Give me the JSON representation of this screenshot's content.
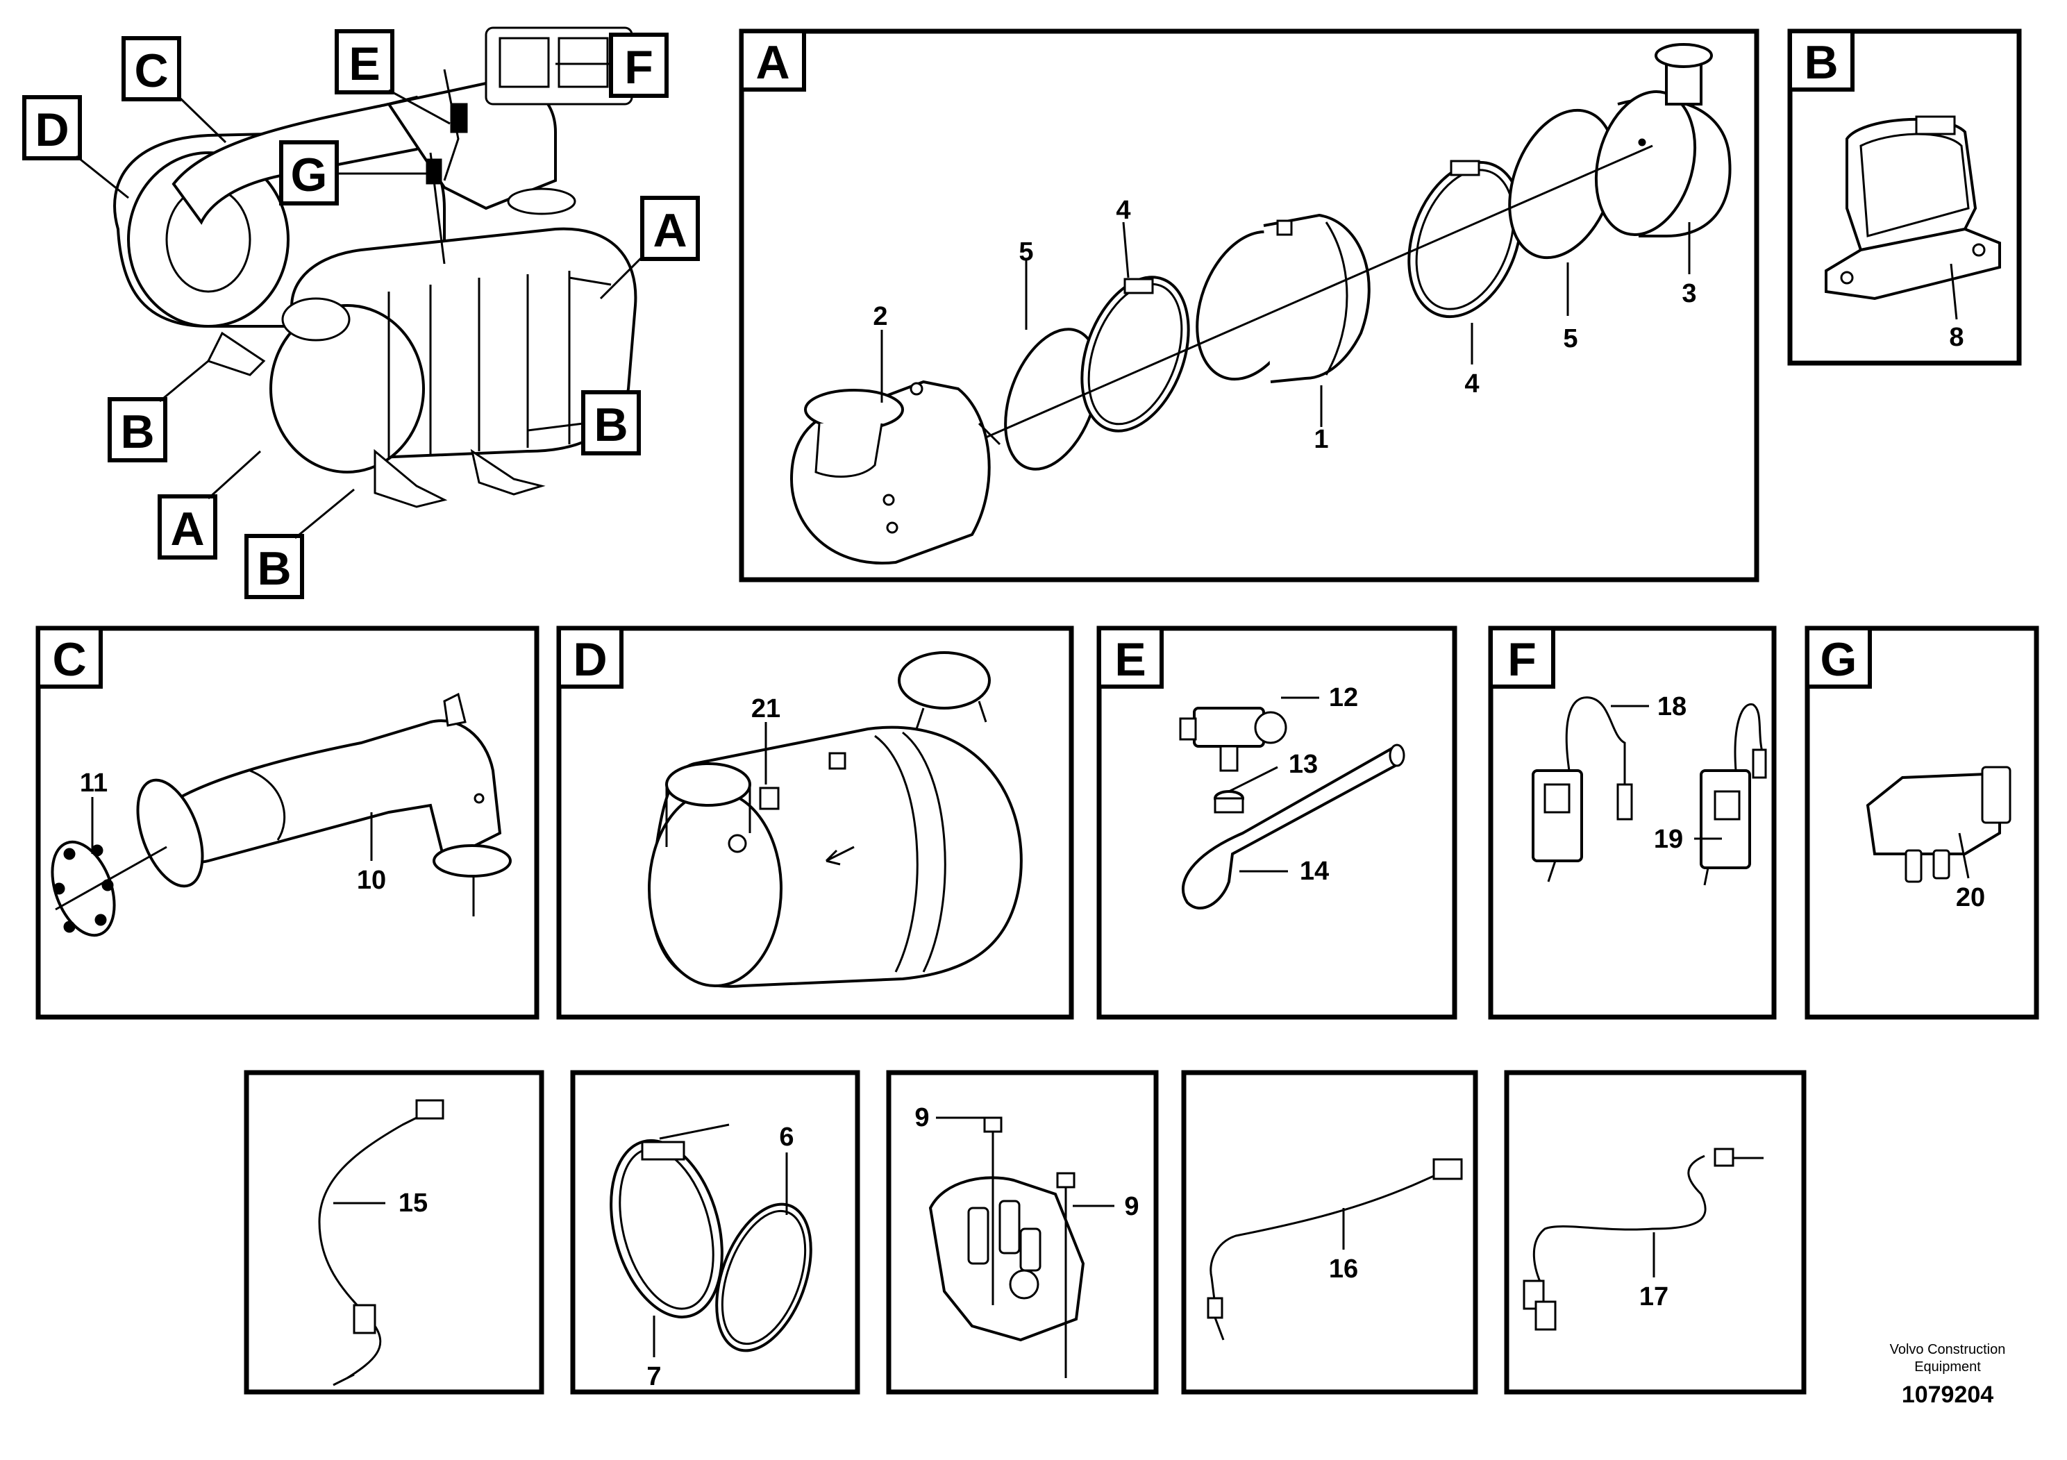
{
  "overview": {
    "tags": [
      "C",
      "E",
      "F",
      "D",
      "G",
      "A",
      "B",
      "B",
      "A",
      "B"
    ]
  },
  "panels": [
    {
      "id": "A",
      "tag": "A",
      "numbers": [
        "5",
        "4",
        "2",
        "1",
        "4",
        "5",
        "3"
      ]
    },
    {
      "id": "B",
      "tag": "B",
      "numbers": [
        "8"
      ]
    },
    {
      "id": "C",
      "tag": "C",
      "numbers": [
        "11",
        "10"
      ]
    },
    {
      "id": "D",
      "tag": "D",
      "numbers": [
        "21"
      ]
    },
    {
      "id": "E",
      "tag": "E",
      "numbers": [
        "12",
        "13",
        "14"
      ]
    },
    {
      "id": "F",
      "tag": "F",
      "numbers": [
        "18",
        "19"
      ]
    },
    {
      "id": "G",
      "tag": "G",
      "numbers": [
        "20"
      ]
    }
  ],
  "bottom_panels": [
    {
      "id": "p15",
      "numbers": [
        "15"
      ]
    },
    {
      "id": "p67",
      "numbers": [
        "6",
        "7"
      ]
    },
    {
      "id": "p9",
      "numbers": [
        "9",
        "9"
      ]
    },
    {
      "id": "p16",
      "numbers": [
        "16"
      ]
    },
    {
      "id": "p17",
      "numbers": [
        "17"
      ]
    }
  ],
  "footer": {
    "brand_line1": "Volvo Construction",
    "brand_line2": "Equipment",
    "drawing_number": "1079204"
  }
}
